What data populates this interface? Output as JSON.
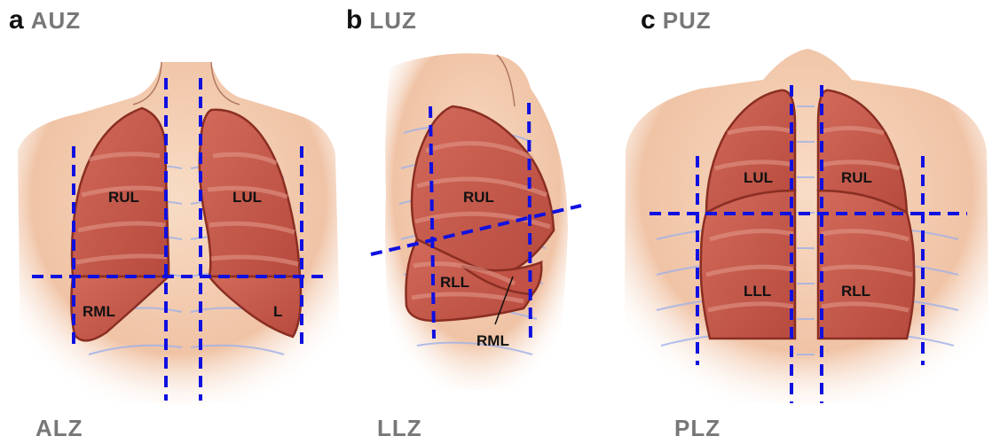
{
  "panels": [
    {
      "letter": "a",
      "top_zone": "AUZ",
      "bottom_zone": "ALZ",
      "lobes": [
        "RUL",
        "LUL",
        "RML",
        "L"
      ]
    },
    {
      "letter": "b",
      "top_zone": "LUZ",
      "bottom_zone": "LLZ",
      "lobes": [
        "RUL",
        "RLL",
        "RML"
      ]
    },
    {
      "letter": "c",
      "top_zone": "PUZ",
      "bottom_zone": "PLZ",
      "lobes": [
        "LUL",
        "RUL",
        "LLL",
        "RLL"
      ]
    }
  ],
  "colors": {
    "zone_line": "#1010e0",
    "lobe_fill": "#c8574a",
    "lobe_stroke": "#8a2e22",
    "skin": "#f3c9ad",
    "zone_text": "#777777"
  }
}
